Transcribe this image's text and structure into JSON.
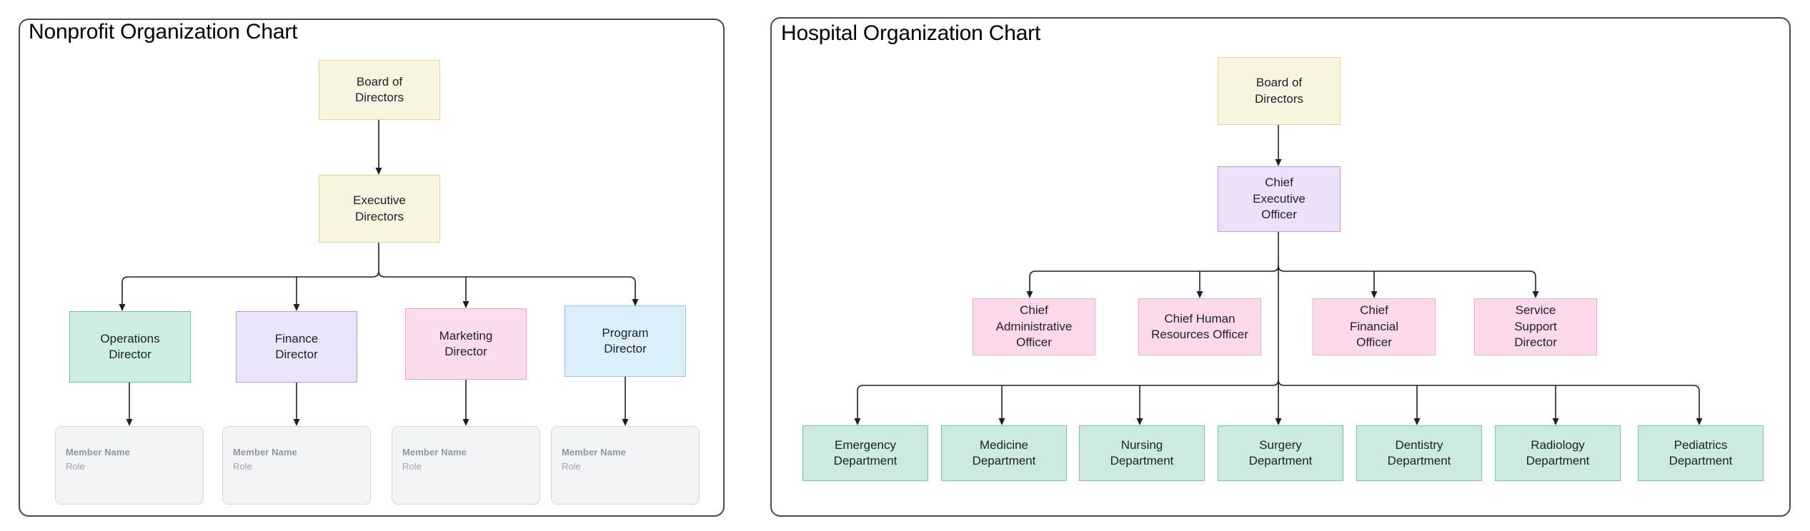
{
  "panels": [
    {
      "id": "nonprofit",
      "title": "Nonprofit Organization Chart"
    },
    {
      "id": "hospital",
      "title": "Hospital Organization Chart"
    }
  ],
  "chart_data": [
    {
      "type": "diagram",
      "chart_kind": "organization-chart",
      "title": "Nonprofit Organization Chart",
      "levels": [
        {
          "level": 0,
          "nodes": [
            {
              "label": "Board of Directors",
              "color": "#f7f4e0",
              "border": "#e9d48a"
            }
          ]
        },
        {
          "level": 1,
          "nodes": [
            {
              "label": "Executive Directors",
              "color": "#f7f4e0",
              "border": "#e9d48a"
            }
          ]
        },
        {
          "level": 2,
          "nodes": [
            {
              "label": "Operations Director",
              "color": "#cdeddf",
              "border": "#6cbfa0"
            },
            {
              "label": "Finance Director",
              "color": "#ece4f8",
              "border": "#b794e0"
            },
            {
              "label": "Marketing Director",
              "color": "#fbdcef",
              "border": "#f0a0d0"
            },
            {
              "label": "Program Director",
              "color": "#dbeffb",
              "border": "#89c9e8"
            }
          ]
        },
        {
          "level": 3,
          "nodes": [
            {
              "name": "Member Name",
              "role": "Role"
            },
            {
              "name": "Member Name",
              "role": "Role"
            },
            {
              "name": "Member Name",
              "role": "Role"
            },
            {
              "name": "Member Name",
              "role": "Role"
            }
          ]
        }
      ],
      "edges": [
        {
          "from": "Board of Directors",
          "to": "Executive Directors"
        },
        {
          "from": "Executive Directors",
          "to": "Operations Director"
        },
        {
          "from": "Executive Directors",
          "to": "Finance Director"
        },
        {
          "from": "Executive Directors",
          "to": "Marketing Director"
        },
        {
          "from": "Executive Directors",
          "to": "Program Director"
        },
        {
          "from": "Operations Director",
          "to": "Member Name 1"
        },
        {
          "from": "Finance Director",
          "to": "Member Name 2"
        },
        {
          "from": "Marketing Director",
          "to": "Member Name 3"
        },
        {
          "from": "Program Director",
          "to": "Member Name 4"
        }
      ]
    },
    {
      "type": "diagram",
      "chart_kind": "organization-chart",
      "title": "Hospital Organization Chart",
      "levels": [
        {
          "level": 0,
          "nodes": [
            {
              "label": "Board of Directors",
              "color": "#f7f4e0",
              "border": "#e9d48a"
            }
          ]
        },
        {
          "level": 1,
          "nodes": [
            {
              "label": "Chief Executive Officer",
              "color": "#ece0fb",
              "border": "#b79ae2"
            }
          ]
        },
        {
          "level": 2,
          "nodes": [
            {
              "label": "Chief Administrative Officer",
              "color": "#fbd9ea",
              "border": "#f2a9cf"
            },
            {
              "label": "Chief Human Resources Officer",
              "color": "#fbd9ea",
              "border": "#f2a9cf"
            },
            {
              "label": "Chief Financial Officer",
              "color": "#fbd9ea",
              "border": "#f2a9cf"
            },
            {
              "label": "Service Support Director",
              "color": "#fbd9ea",
              "border": "#f2a9cf"
            }
          ]
        },
        {
          "level": 3,
          "nodes": [
            {
              "label": "Emergency Department",
              "color": "#cdeade",
              "border": "#79c4a7"
            },
            {
              "label": "Medicine Department",
              "color": "#cdeade",
              "border": "#79c4a7"
            },
            {
              "label": "Nursing Department",
              "color": "#cdeade",
              "border": "#79c4a7"
            },
            {
              "label": "Surgery Department",
              "color": "#cdeade",
              "border": "#79c4a7"
            },
            {
              "label": "Dentistry Department",
              "color": "#cdeade",
              "border": "#79c4a7"
            },
            {
              "label": "Radiology Department",
              "color": "#cdeade",
              "border": "#79c4a7"
            },
            {
              "label": "Pediatrics Department",
              "color": "#cdeade",
              "border": "#79c4a7"
            }
          ]
        }
      ],
      "edges": [
        {
          "from": "Board of Directors",
          "to": "Chief Executive Officer"
        },
        {
          "from": "Chief Executive Officer",
          "to": "Chief Administrative Officer"
        },
        {
          "from": "Chief Executive Officer",
          "to": "Chief Human Resources Officer"
        },
        {
          "from": "Chief Executive Officer",
          "to": "Chief Financial Officer"
        },
        {
          "from": "Chief Executive Officer",
          "to": "Service Support Director"
        },
        {
          "from": "Chief Executive Officer",
          "to": "Emergency Department"
        },
        {
          "from": "Chief Executive Officer",
          "to": "Medicine Department"
        },
        {
          "from": "Chief Executive Officer",
          "to": "Nursing Department"
        },
        {
          "from": "Chief Executive Officer",
          "to": "Surgery Department"
        },
        {
          "from": "Chief Executive Officer",
          "to": "Dentistry Department"
        },
        {
          "from": "Chief Executive Officer",
          "to": "Radiology Department"
        },
        {
          "from": "Chief Executive Officer",
          "to": "Pediatrics Department"
        }
      ]
    }
  ],
  "nonprofit": {
    "title": "Nonprofit Organization Chart",
    "board": {
      "line1": "Board of",
      "line2": "Directors"
    },
    "executive": {
      "line1": "Executive",
      "line2": "Directors"
    },
    "directors": [
      {
        "line1": "Operations",
        "line2": "Director"
      },
      {
        "line1": "Finance",
        "line2": "Director"
      },
      {
        "line1": "Marketing",
        "line2": "Director"
      },
      {
        "line1": "Program",
        "line2": "Director"
      }
    ],
    "members": [
      {
        "name": "Member Name",
        "role": "Role"
      },
      {
        "name": "Member Name",
        "role": "Role"
      },
      {
        "name": "Member Name",
        "role": "Role"
      },
      {
        "name": "Member Name",
        "role": "Role"
      }
    ]
  },
  "hospital": {
    "title": "Hospital Organization Chart",
    "board": {
      "line1": "Board of",
      "line2": "Directors"
    },
    "ceo": {
      "line1": "Chief",
      "line2": "Executive",
      "line3": "Officer"
    },
    "officers": [
      {
        "line1": "Chief",
        "line2": "Administrative",
        "line3": "Officer"
      },
      {
        "line1": "Chief Human",
        "line2": "Resources Officer",
        "line3": ""
      },
      {
        "line1": "Chief",
        "line2": "Financial",
        "line3": "Officer"
      },
      {
        "line1": "Service",
        "line2": "Support",
        "line3": "Director"
      }
    ],
    "departments": [
      {
        "line1": "Emergency",
        "line2": "Department"
      },
      {
        "line1": "Medicine",
        "line2": "Department"
      },
      {
        "line1": "Nursing",
        "line2": "Department"
      },
      {
        "line1": "Surgery",
        "line2": "Department"
      },
      {
        "line1": "Dentistry",
        "line2": "Department"
      },
      {
        "line1": "Radiology",
        "line2": "Department"
      },
      {
        "line1": "Pediatrics",
        "line2": "Department"
      }
    ]
  },
  "colors": {
    "board": "#f7f4e0",
    "board_border": "#e9d48a",
    "green": "#cdeddf",
    "purple": "#ece4f8",
    "pink": "#fbdcef",
    "blue": "#dbeffb",
    "mint": "#cdeade",
    "member_bg": "#f3f4f6",
    "panel_border": "#4a4a4a",
    "connector": "#1f1f1f"
  }
}
